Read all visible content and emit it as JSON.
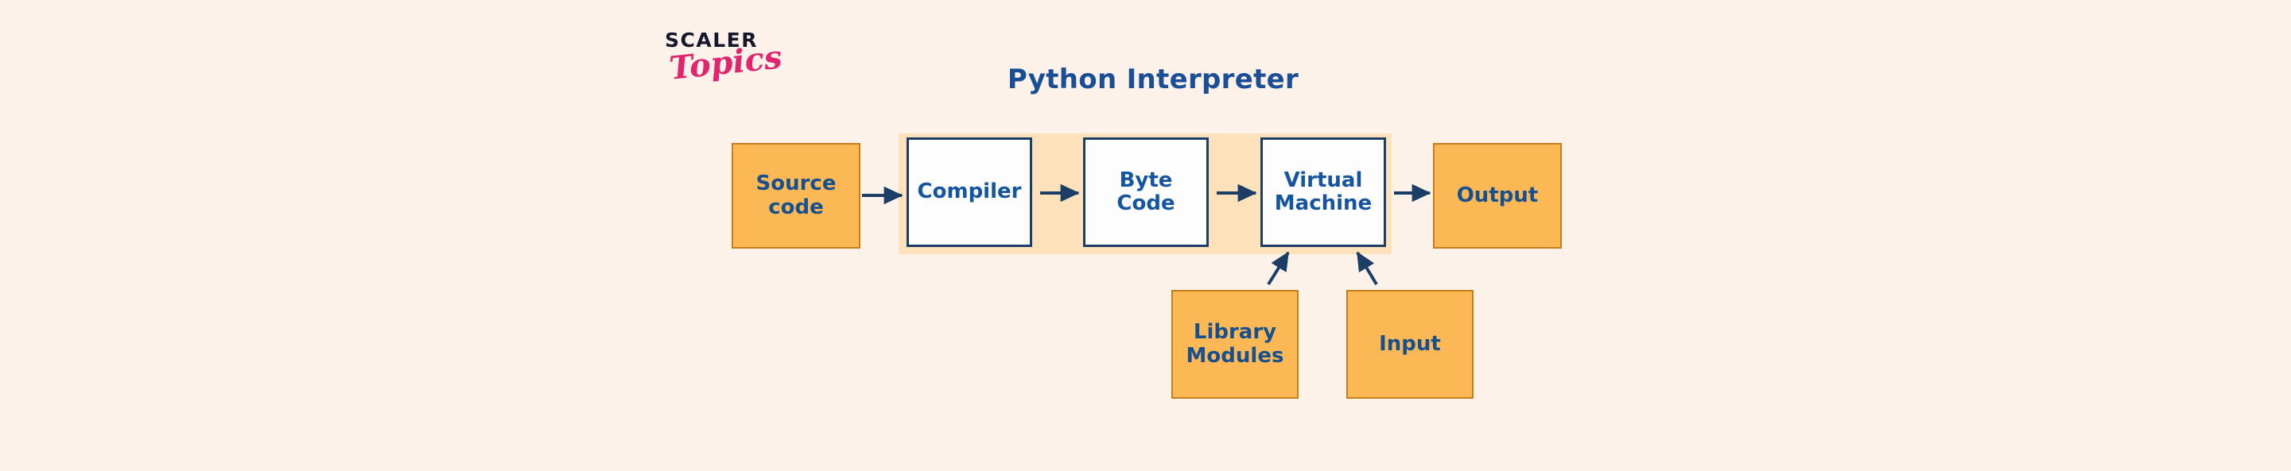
{
  "logo": {
    "primary": "SCALER",
    "secondary": "Topics"
  },
  "title": "Python Interpreter",
  "colors": {
    "background": "#fdf2e9",
    "box_orange_fill": "#fbb855",
    "box_orange_border": "#c77e19",
    "box_white_fill": "#fdfdfd",
    "box_white_border": "#1b3d66",
    "container_fill": "#fde1bb",
    "text_blue": "#17508f",
    "title_blue": "#1a4f96",
    "arrow_navy": "#1b3d66",
    "logo_dark": "#15172b",
    "logo_pink": "#e1246d"
  },
  "diagram": {
    "container_label": "Python Interpreter",
    "nodes": [
      {
        "id": "source-code",
        "label": "Source\ncode",
        "style": "orange",
        "inside_interpreter": false
      },
      {
        "id": "compiler",
        "label": "Compiler",
        "style": "white",
        "inside_interpreter": true
      },
      {
        "id": "byte-code",
        "label": "Byte\nCode",
        "style": "white",
        "inside_interpreter": true
      },
      {
        "id": "virtual-machine",
        "label": "Virtual\nMachine",
        "style": "white",
        "inside_interpreter": true
      },
      {
        "id": "output",
        "label": "Output",
        "style": "orange",
        "inside_interpreter": false
      },
      {
        "id": "library-modules",
        "label": "Library\nModules",
        "style": "orange",
        "inside_interpreter": false
      },
      {
        "id": "input",
        "label": "Input",
        "style": "orange",
        "inside_interpreter": false
      }
    ],
    "edges": [
      {
        "from": "source-code",
        "to": "compiler",
        "kind": "horizontal"
      },
      {
        "from": "compiler",
        "to": "byte-code",
        "kind": "horizontal"
      },
      {
        "from": "byte-code",
        "to": "virtual-machine",
        "kind": "horizontal"
      },
      {
        "from": "virtual-machine",
        "to": "output",
        "kind": "horizontal"
      },
      {
        "from": "library-modules",
        "to": "virtual-machine",
        "kind": "diagonal"
      },
      {
        "from": "input",
        "to": "virtual-machine",
        "kind": "diagonal"
      }
    ],
    "labels": {
      "source_code_line1": "Source",
      "source_code_line2": "code",
      "compiler": "Compiler",
      "byte_code_line1": "Byte",
      "byte_code_line2": "Code",
      "virtual_machine_line1": "Virtual",
      "virtual_machine_line2": "Machine",
      "output": "Output",
      "library_modules_line1": "Library",
      "library_modules_line2": "Modules",
      "input": "Input"
    }
  }
}
